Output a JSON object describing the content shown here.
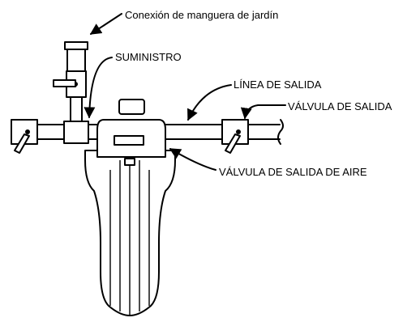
{
  "labels": {
    "garden_hose": "Conexión de manguera de jardín",
    "supply": "SUMINISTRO",
    "outlet_line": "LÍNEA DE SALIDA",
    "outlet_valve": "VÁLVULA DE SALIDA",
    "air_release_valve": "VÁLVULA DE SALIDA DE AIRE"
  }
}
